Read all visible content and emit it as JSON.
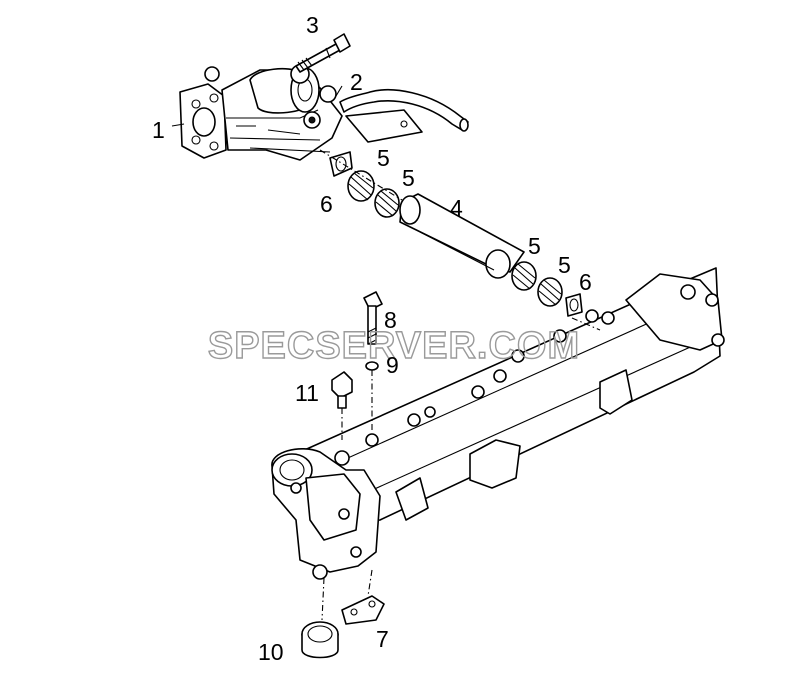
{
  "callouts": {
    "c1": "1",
    "c2": "2",
    "c3": "3",
    "c4": "4",
    "c5a": "5",
    "c5b": "5",
    "c5c": "5",
    "c5d": "5",
    "c6a": "6",
    "c6b": "6",
    "c7": "7",
    "c8": "8",
    "c9": "9",
    "c10": "10",
    "c11": "11"
  },
  "watermark": "SPECSERVER.COM"
}
